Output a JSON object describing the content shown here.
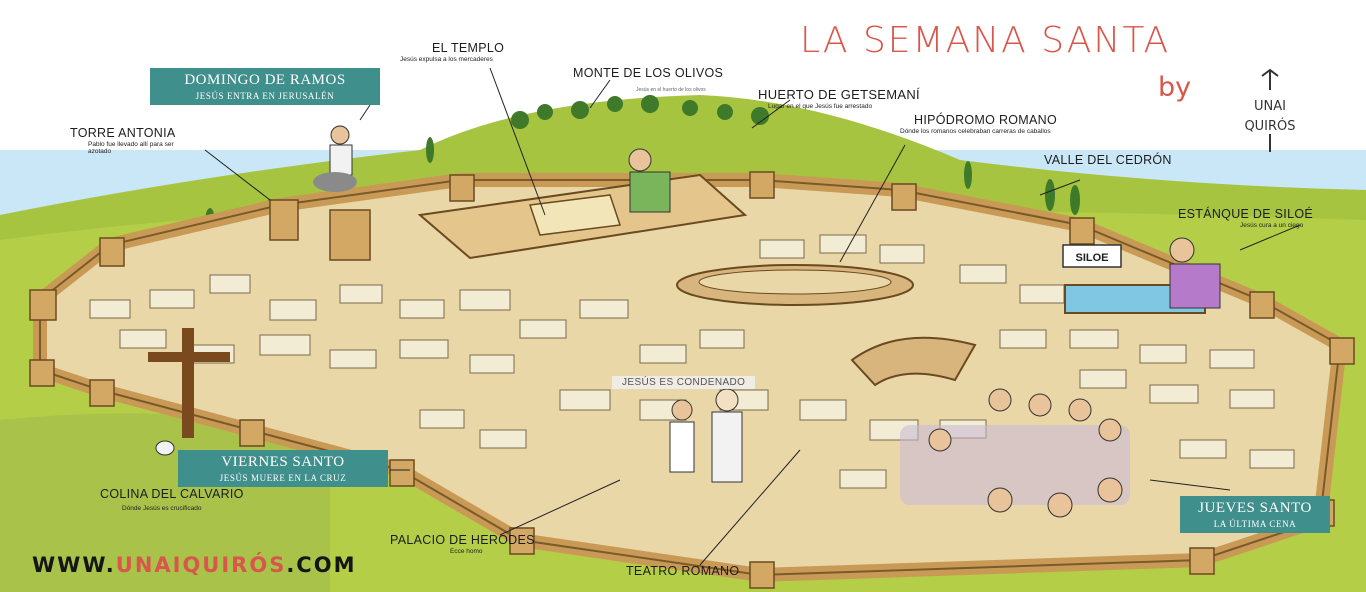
{
  "title": "LA SEMANA SANTA",
  "byline": "by",
  "logo_letters": "UNAI QUIRÓS",
  "website": {
    "prefix": "WWW.",
    "accent": "UNAIQUIRÓS",
    "suffix": ".COM"
  },
  "colors": {
    "title": "#d9564a",
    "badge": "#3f8f8c",
    "sky": "#bfe0f2",
    "hill": "#9cb93a",
    "wall": "#d8b57c",
    "roof": "#ede7c6"
  },
  "badges": {
    "domingo": {
      "title": "DOMINGO DE RAMOS",
      "subtitle": "JESÚS ENTRA EN JERUSALÉN"
    },
    "viernes": {
      "title": "VIERNES SANTO",
      "subtitle": "JESÚS MUERE EN LA CRUZ"
    },
    "jueves": {
      "title": "JUEVES SANTO",
      "subtitle": "LA ÚLTIMA CENA"
    }
  },
  "labels": {
    "templo": {
      "title": "EL TEMPLO",
      "subtitle": "Jesús expulsa a los mercaderes"
    },
    "monte": {
      "title": "MONTE DE LOS OLIVOS",
      "subtitle": "Jesús en el huerto de los olivos"
    },
    "huerto": {
      "title": "HUERTO DE GETSEMANÍ",
      "subtitle": "Lugar en el que Jesús fue arrestado"
    },
    "hipodromo": {
      "title": "HIPÓDROMO ROMANO",
      "subtitle": "Dónde los romanos celebraban carreras de caballos"
    },
    "cedron": {
      "title": "VALLE DEL CEDRÓN"
    },
    "siloe": {
      "title": "ESTÁNQUE DE SILOÉ",
      "subtitle": "Jesús cura a un ciego"
    },
    "torre": {
      "title": "TORRE ANTONIA",
      "subtitle": "Pablo fue llevado allí para ser azotado"
    },
    "calvario": {
      "title": "COLINA DEL CALVARIO",
      "subtitle": "Dónde Jesús es crucificado"
    },
    "palacio": {
      "title": "PALACIO DE HERODES",
      "subtitle": "Ecce homo"
    },
    "teatro": {
      "title": "TEATRO ROMANO"
    },
    "condenado": {
      "title": "JESÚS ES CONDENADO"
    },
    "siloe_sign": "SILOE"
  }
}
